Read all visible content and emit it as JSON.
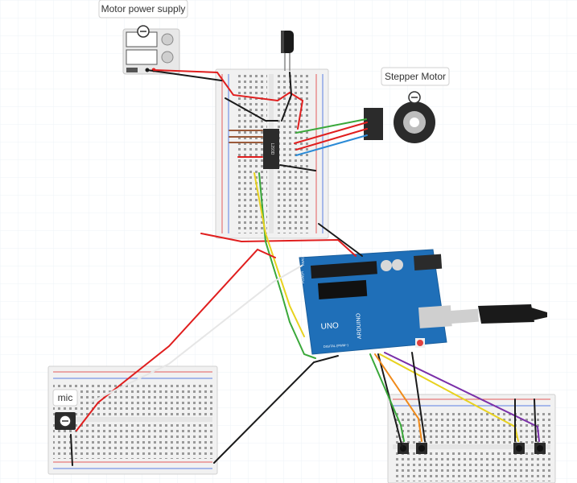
{
  "labels": {
    "motor_power_supply": "Motor power supply",
    "stepper_motor": "Stepper Motor",
    "mic": "mic"
  },
  "board_text": {
    "arduino_logo": "ARDUINO",
    "arduino_model": "UNO",
    "driver_chip": "L293D",
    "digital_header": "DIGITAL (PWM~)",
    "analog_header": "ANALOG IN",
    "power_header": "POWER"
  },
  "colors": {
    "canvas": "#ffffff",
    "grid": "#eef3f7",
    "breadboard": "#f1f1f1",
    "rail_red": "#e45a5a",
    "rail_blue": "#5a7fe4",
    "arduino": "#1f6fb8",
    "wire_red": "#e01e1e",
    "wire_black": "#1a1a1a",
    "wire_green": "#3aa83a",
    "wire_yellow": "#e8d21e",
    "wire_blue": "#2a8ad6",
    "wire_orange": "#f08a1a",
    "wire_purple": "#7a2fa8",
    "wire_white": "#e6e6e6",
    "wire_brown": "#9a5a3a"
  },
  "icons": {
    "mic_part": "microphone-icon",
    "stepper_part": "stepper-motor-icon",
    "power_supply": "battery-icon",
    "capacitor": "capacitor-icon",
    "usb_cable": "usb-cable-icon"
  }
}
